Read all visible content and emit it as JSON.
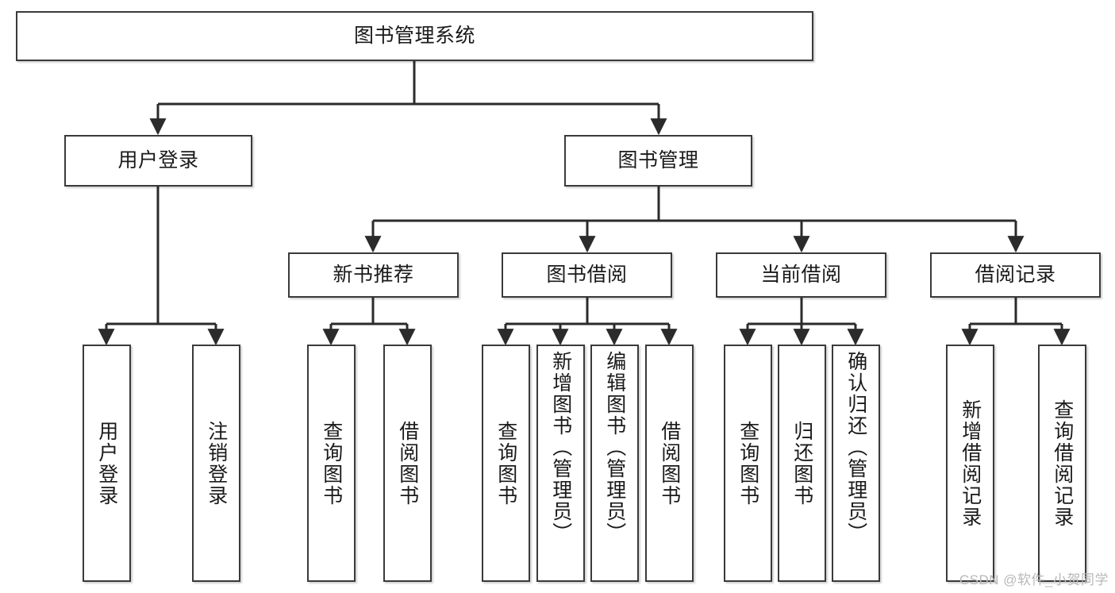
{
  "diagram": {
    "type": "tree-hierarchy-chart",
    "title": "图书管理系统",
    "watermark": "CSDN @软件_小贺同学",
    "background_color": "#ffffff",
    "box_border_color": "#3a3a3a",
    "connector_color": "#2b2b2b",
    "text_color": "#1a1a1a"
  },
  "nodes": {
    "root": {
      "label": "图书管理系统",
      "level": 1
    },
    "l2": [
      {
        "id": "user-login",
        "label": "用户登录",
        "level": 2
      },
      {
        "id": "book-manage",
        "label": "图书管理",
        "level": 2
      }
    ],
    "l3": [
      {
        "id": "new-book-recommend",
        "label": "新书推荐",
        "level": 3
      },
      {
        "id": "book-borrow",
        "label": "图书借阅",
        "level": 3
      },
      {
        "id": "current-borrow",
        "label": "当前借阅",
        "level": 3
      },
      {
        "id": "borrow-record",
        "label": "借阅记录",
        "level": 3
      }
    ],
    "leaves": {
      "user-login": [
        {
          "id": "leaf-user-login",
          "label": "用户登录"
        },
        {
          "id": "leaf-user-logout",
          "label": "注销登录"
        }
      ],
      "new-book-recommend": [
        {
          "id": "leaf-query-book-1",
          "label": "查询图书"
        },
        {
          "id": "leaf-borrow-book-1",
          "label": "借阅图书"
        }
      ],
      "book-borrow": [
        {
          "id": "leaf-query-book-2",
          "label": "查询图书"
        },
        {
          "id": "leaf-add-book",
          "label": "新增图书（管理员）"
        },
        {
          "id": "leaf-edit-book",
          "label": "编辑图书（管理员）"
        },
        {
          "id": "leaf-borrow-book-2",
          "label": "借阅图书"
        }
      ],
      "current-borrow": [
        {
          "id": "leaf-query-book-3",
          "label": "查询图书"
        },
        {
          "id": "leaf-return-book",
          "label": "归还图书"
        },
        {
          "id": "leaf-confirm-return",
          "label": "确认归还（管理员）"
        }
      ],
      "borrow-record": [
        {
          "id": "leaf-add-record",
          "label": "新增借阅记录"
        },
        {
          "id": "leaf-query-record",
          "label": "查询借阅记录"
        }
      ]
    }
  }
}
